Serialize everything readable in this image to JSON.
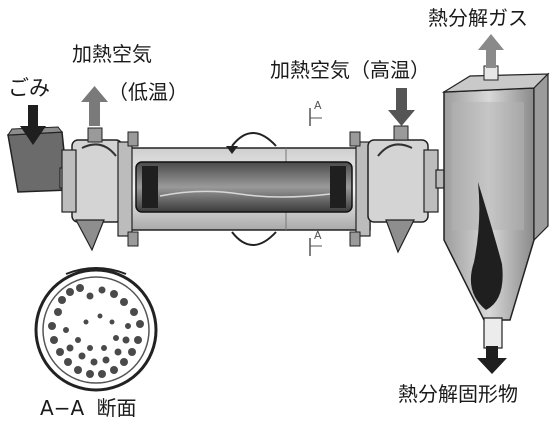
{
  "labels": {
    "waste": "ごみ",
    "heated_air": "加熱空気",
    "low_temp": "（低温）",
    "heated_air_high": "加熱空気（高温）",
    "pyrolysis_gas": "熱分解ガス",
    "pyrolysis_solids": "熱分解固形物",
    "section_name": "A",
    "section_dash": "−",
    "section_name_2": "A",
    "section_suffix": "断面",
    "cut_marker_top": "A",
    "cut_marker_bottom": "A"
  },
  "colors": {
    "dark": "#1f1f1f",
    "mid_gray": "#7a7a7a",
    "light_gray": "#c8c8c8",
    "drum_dark": "#3b3b3b",
    "drum_light": "#8d8d8d"
  },
  "icons": {
    "inlet_arrow": "arrow-down-icon",
    "outlet_arrow": "arrow-up-icon",
    "rotation": "rotation-arrow-icon"
  }
}
